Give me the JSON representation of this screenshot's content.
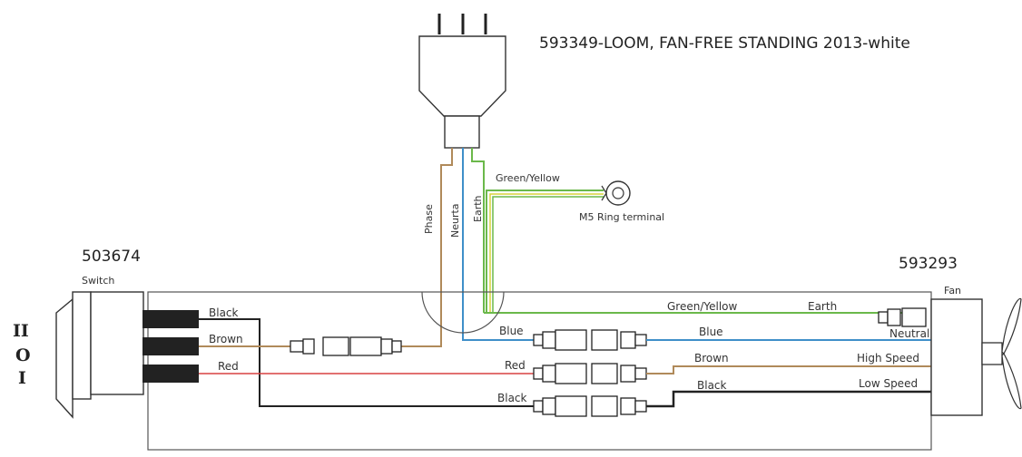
{
  "title": "593349-LOOM, FAN-FREE STANDING 2013-white",
  "switch": {
    "part": "503674",
    "label": "Switch",
    "positions": [
      "II",
      "O",
      "I"
    ]
  },
  "fan": {
    "part": "593293",
    "label": "Fan"
  },
  "plug_wires": {
    "phase": "Phase",
    "neutral": "Neurta",
    "earth": "Earth"
  },
  "ground": {
    "wire": "Green/Yellow",
    "terminal": "M5 Ring terminal"
  },
  "switch_wires": {
    "black": "Black",
    "brown": "Brown",
    "red": "Red"
  },
  "mid_wires": {
    "blue": "Blue",
    "red": "Red",
    "black": "Black"
  },
  "fan_side": {
    "gy": "Green/Yellow",
    "earth": "Earth",
    "blue": "Blue",
    "neutral": "Neutral",
    "brown": "Brown",
    "high": "High Speed",
    "black": "Black",
    "low": "Low Speed"
  },
  "colors": {
    "phase": "#b08a5a",
    "neutral": "#3f8fc9",
    "earth": "#6bb84a",
    "earth_yellow": "#d8d23a",
    "brown": "#b08a5a",
    "red": "#d84040",
    "black": "#222222"
  }
}
